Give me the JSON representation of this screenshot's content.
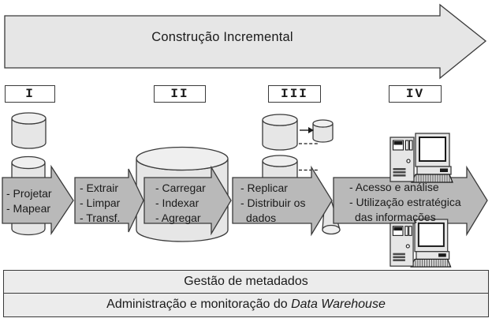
{
  "diagram_title": "Construção Incremental",
  "phases": [
    {
      "label": "I"
    },
    {
      "label": "II"
    },
    {
      "label": "III"
    },
    {
      "label": "IV"
    }
  ],
  "flow_arrows": [
    {
      "id": "fase-1",
      "lines": [
        "- Projetar",
        "- Mapear"
      ]
    },
    {
      "id": "fase-2",
      "lines": [
        "- Extrair",
        "- Limpar",
        "- Transf."
      ]
    },
    {
      "id": "fase-3",
      "lines": [
        "- Carregar",
        "- Indexar",
        "- Agregar"
      ]
    },
    {
      "id": "fase-4",
      "lines": [
        "- Replicar",
        "- Distribuir os",
        "dados"
      ]
    },
    {
      "id": "fase-5",
      "lines": [
        "- Acesso e análise",
        "- Utilização estratégica",
        "das informações"
      ]
    }
  ],
  "bottom_bars": [
    {
      "text": "Gestão de metadados"
    },
    {
      "text_regular": "Administração e monitoração do ",
      "text_italic": "Data Warehouse"
    }
  ],
  "icons": {
    "database-icon": "gray cylinder",
    "workstation-icon": "tower pc with monitor and keyboard",
    "flow-arrow-icon": "gray block arrow pointing right",
    "replication-arrow-icon": "small solid arrow between databases"
  },
  "colors": {
    "background": "#ffffff",
    "panel_fill": "#e6e6e6",
    "arrow_fill": "#b9b9b9",
    "outline": "#3a3a3a",
    "text": "#1a1a1a"
  }
}
